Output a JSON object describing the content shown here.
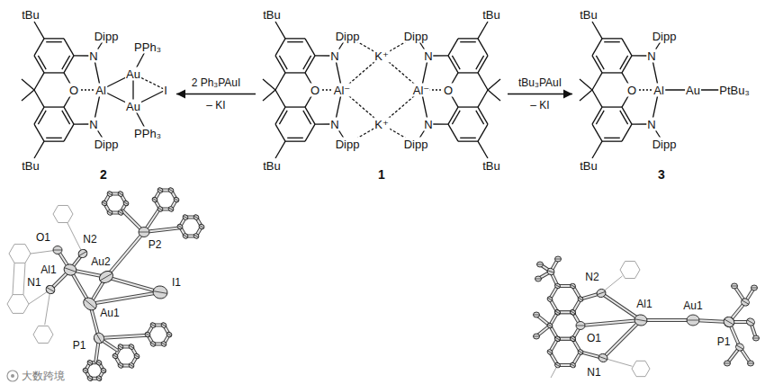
{
  "diagram": {
    "nodes": [
      {
        "text": [
          "tBu",
          "Dipp",
          "N",
          "PPh₃",
          "Au",
          "O",
          "Al",
          "I",
          "Au",
          "N",
          "PPh₃",
          "Dipp",
          "tBu",
          "2"
        ]
      },
      {
        "text": [
          "tBu",
          "Dipp",
          "Dipp",
          "tBu",
          "N",
          "K⁺",
          "N",
          "O",
          "Al⁻",
          "Al⁻",
          "O",
          "N",
          "K⁺",
          "N",
          "Dipp",
          "Dipp",
          "tBu",
          "tBu",
          "1"
        ]
      },
      {
        "text": [
          "tBu",
          "Dipp",
          "N",
          "O",
          "Al",
          "Au",
          "PtBu₃",
          "N",
          "Dipp",
          "tBu",
          "3"
        ]
      }
    ],
    "edges": [
      {
        "from": 1,
        "to": 0,
        "arrow": "to",
        "label": "2 Ph₃PAuI"
      },
      {
        "from": 1,
        "to": 2,
        "arrow": "to",
        "label": "tBu₃PAuI"
      }
    ],
    "labels": [
      "– KI",
      "– KI",
      "O1",
      "N2",
      "P2",
      "Al1",
      "Au2",
      "I1",
      "N1",
      "Au1",
      "P1",
      "N2",
      "Al1",
      "Au1",
      "O1",
      "P1",
      "N1",
      "大数跨境"
    ]
  }
}
